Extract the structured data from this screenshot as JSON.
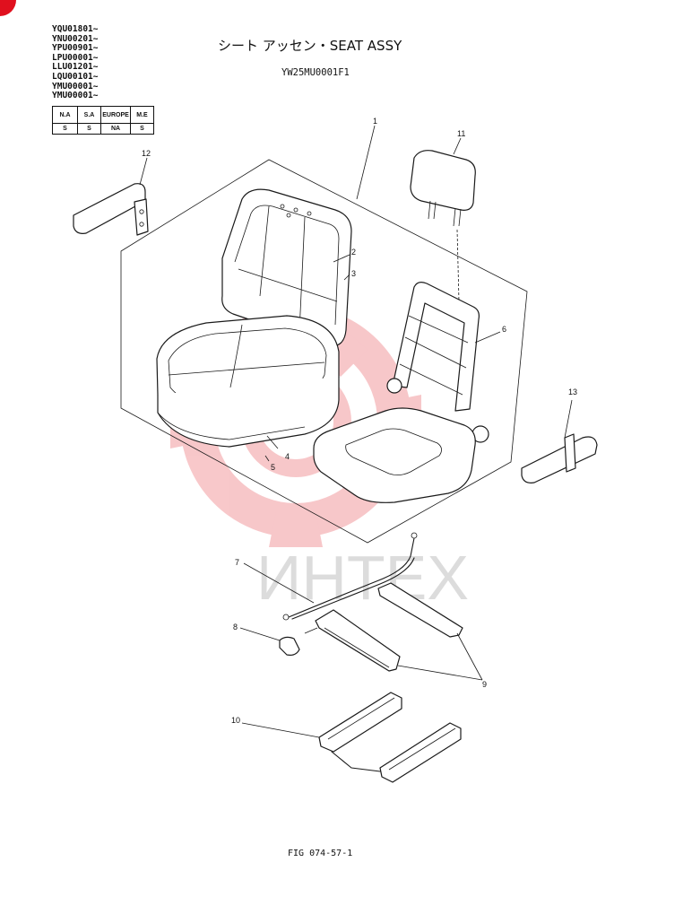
{
  "serial_numbers": [
    "YQU01801~",
    "YNU00201~",
    "YPU00901~",
    "LPU00001~",
    "LLU01201~",
    "LQU00101~",
    "YMU00001~",
    "YMU00001~"
  ],
  "region_table": {
    "headers": [
      "N.A",
      "S.A",
      "EUROPE",
      "M.E"
    ],
    "values": [
      "S",
      "S",
      "NA",
      "S"
    ]
  },
  "title": "シート アッセン・SEAT ASSY",
  "document_code": "YW25MU0001F1",
  "figure_code": "FIG 074-57-1",
  "watermark": {
    "text": "ИНТЕХ",
    "color": "#e8535a"
  },
  "callouts": {
    "c1": "1",
    "c2": "2",
    "c3": "3",
    "c4": "4",
    "c5": "5",
    "c6": "6",
    "c7": "7",
    "c8": "8",
    "c9": "9",
    "c10": "10",
    "c11": "11",
    "c12": "12",
    "c13": "13"
  },
  "parts": {
    "seat_assy": "seat-assembly",
    "backrest": "backrest-cushion",
    "seat_cushion": "seat-cushion",
    "frame": "seat-frame",
    "headrest": "headrest",
    "armrest_left": "armrest-left",
    "armrest_right": "armrest-right",
    "cable": "release-cable",
    "knob": "knob",
    "rails": "slide-rails",
    "rail_assy": "slide-rail-assembly"
  }
}
